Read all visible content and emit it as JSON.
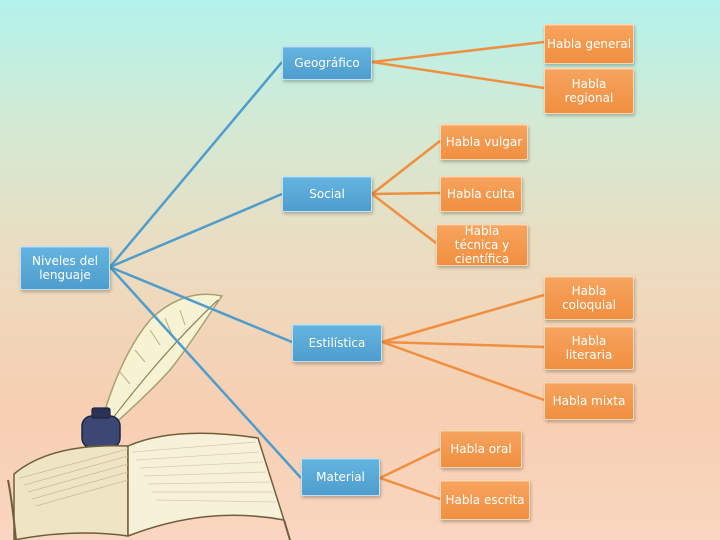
{
  "nodes": {
    "root": "Niveles del lenguaje",
    "geografico": "Geográfico",
    "social": "Social",
    "estilistica": "Estilística",
    "material": "Material",
    "habla_general": "Habla general",
    "habla_regional": "Habla regional",
    "habla_vulgar": "Habla vulgar",
    "habla_culta": "Habla culta",
    "habla_tecnica": "Habla técnica y científica",
    "habla_coloquial": "Habla coloquial",
    "habla_literaria": "Habla literaria",
    "habla_mixta": "Habla mixta",
    "habla_oral": "Habla oral",
    "habla_escrita": "Habla escrita"
  },
  "colors": {
    "blue_connector": "#4f9dcd",
    "orange_connector": "#f18f40"
  },
  "illustration": "quill-and-open-book"
}
